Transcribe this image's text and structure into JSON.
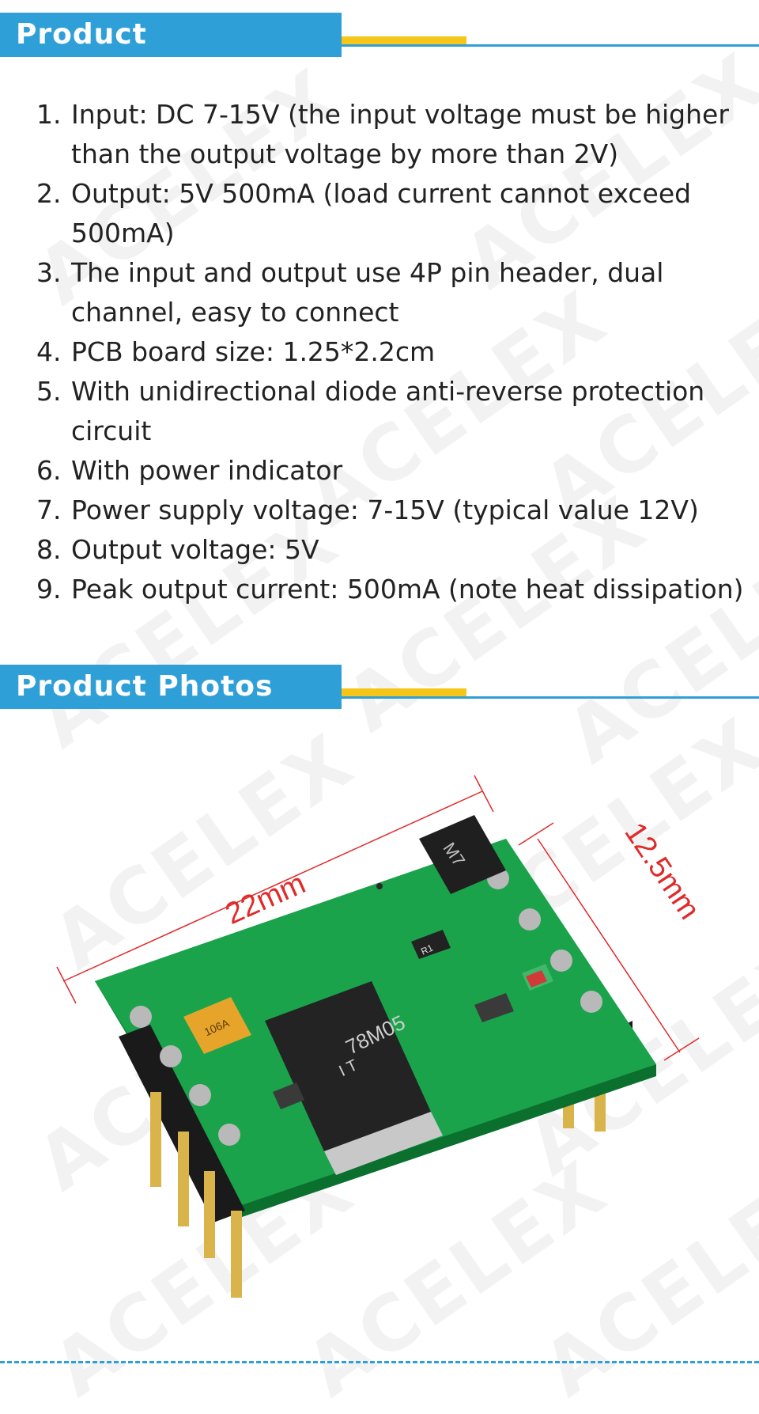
{
  "sections": {
    "description_title": "Product description",
    "photos_title": "Product Photos"
  },
  "description_items": [
    {
      "num": "1.",
      "text": "Input: DC 7-15V (the input voltage must be higher than the output voltage by more than 2V)"
    },
    {
      "num": "2.",
      "text": "Output: 5V 500mA (load current cannot exceed 500mA)"
    },
    {
      "num": "3.",
      "text": "The input and output use 4P pin header, dual channel, easy to connect"
    },
    {
      "num": "4.",
      "text": "PCB board size: 1.25*2.2cm"
    },
    {
      "num": "5.",
      "text": "With unidirectional diode anti-reverse protection circuit"
    },
    {
      "num": "6.",
      "text": "With power indicator"
    },
    {
      "num": "7.",
      "text": "Power supply voltage: 7-15V (typical value 12V)"
    },
    {
      "num": "8.",
      "text": "Output voltage: 5V"
    },
    {
      "num": "9.",
      "text": "Peak output current: 500mA (note heat dissipation)"
    }
  ],
  "photo": {
    "length_label": "22mm",
    "width_label": "12.5mm",
    "regulator_marking_1": "78M05",
    "regulator_marking_2": "I T",
    "diode_marking": "M7",
    "resistor_marking": "R1",
    "capacitor_marking": "106A"
  },
  "watermark_text": "ACELEX",
  "colors": {
    "header_blue": "#2f9fd8",
    "accent_yellow": "#f5c518",
    "pcb_green": "#1aa34a",
    "dimension_red": "#e02a2a"
  }
}
